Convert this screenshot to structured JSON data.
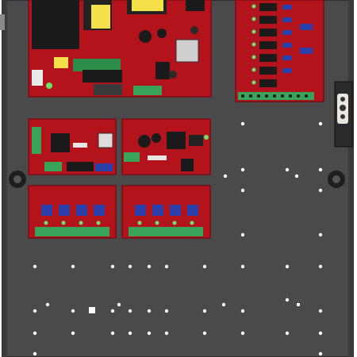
{
  "scene": {
    "subject": "access-power-panel-backplate",
    "colors": {
      "backplate": "#4a4a4c",
      "backplate_edge": "#2d2d2f",
      "board": "#b3141c",
      "board_dark": "#8c0f14",
      "terminal": "#3aa35a",
      "led_green": "#6de36a",
      "relay_blue": "#2b3fa8",
      "transformer_yellow": "#f4e04a",
      "hole": "#ffffff"
    },
    "boards": [
      "power-supply-main",
      "relay-output-large",
      "controller-module",
      "power-supply-secondary",
      "fuse-distribution-left",
      "fuse-distribution-right"
    ]
  }
}
